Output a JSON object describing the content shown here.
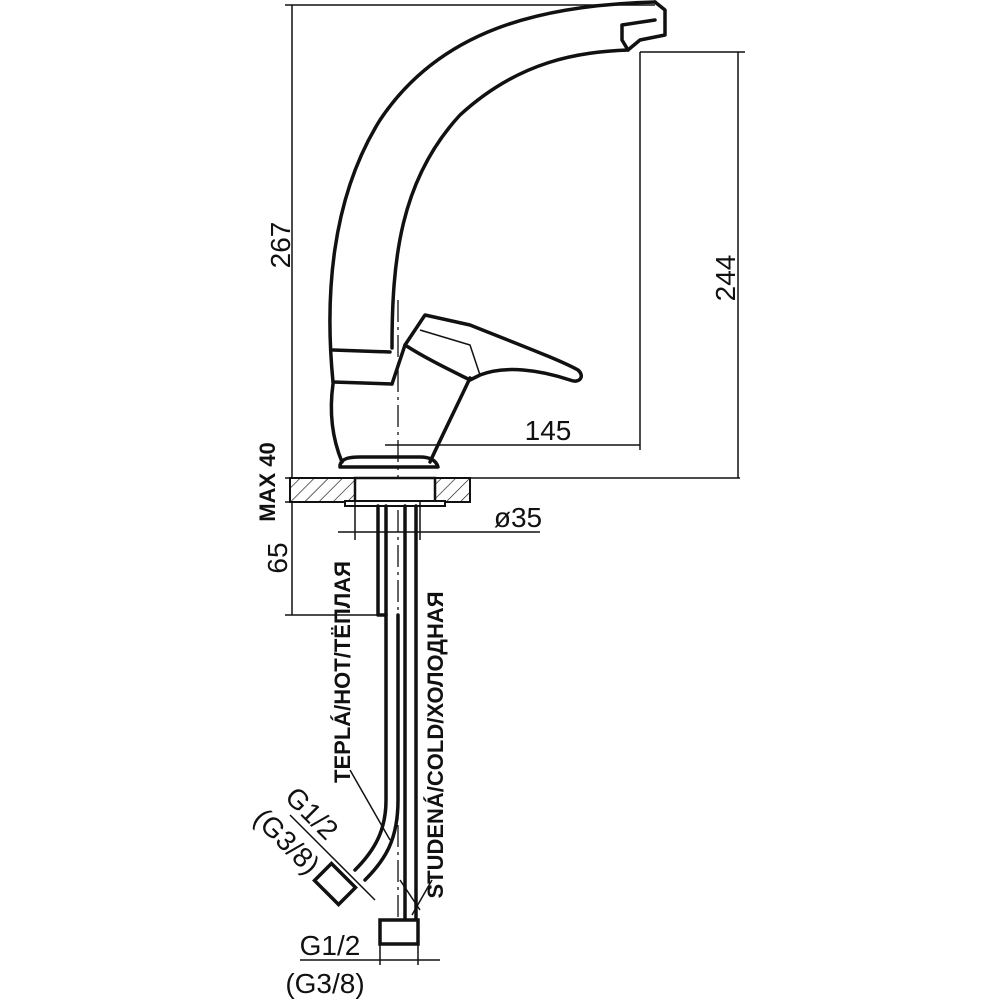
{
  "drawing": {
    "dimensions": {
      "total_height": "267",
      "spout_height": "244",
      "spout_reach": "145",
      "max_counter_thickness": "MAX 40",
      "hole_diameter": "ø35",
      "shank_length": "65"
    },
    "labels": {
      "hot": "TEPLÁ/HOT/ТЁПЛАЯ",
      "cold": "STUDENÁ/COLD/ХОЛОДНАЯ",
      "hot_thread": "G1/2",
      "hot_thread_alt": "(G3/8)",
      "cold_thread": "G1/2",
      "cold_thread_alt": "(G3/8)"
    }
  }
}
